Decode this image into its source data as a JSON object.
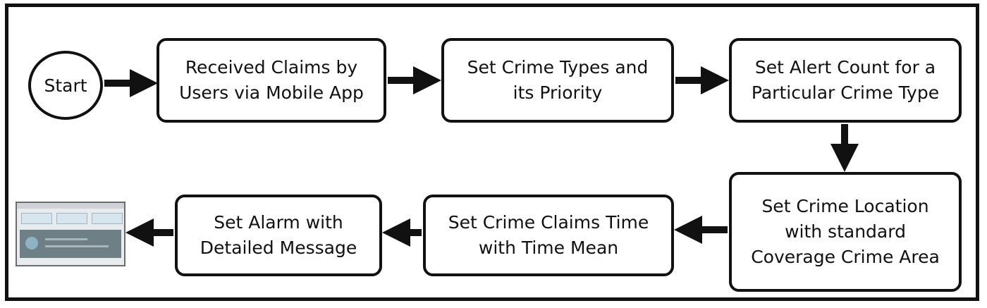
{
  "diagram": {
    "start_label": "Start",
    "steps": [
      "Received Claims by\nUsers via Mobile App",
      "Set Crime Types and\nits Priority",
      "Set Alert Count for a\nParticular Crime Type",
      "Set Crime Location\nwith standard\nCoverage Crime Area",
      "Set Crime Claims Time\nwith Time Mean",
      "Set Alarm with\nDetailed Message"
    ],
    "end_item": "screenshot-thumbnail"
  },
  "colors": {
    "stroke": "#111111",
    "background": "#ffffff"
  }
}
